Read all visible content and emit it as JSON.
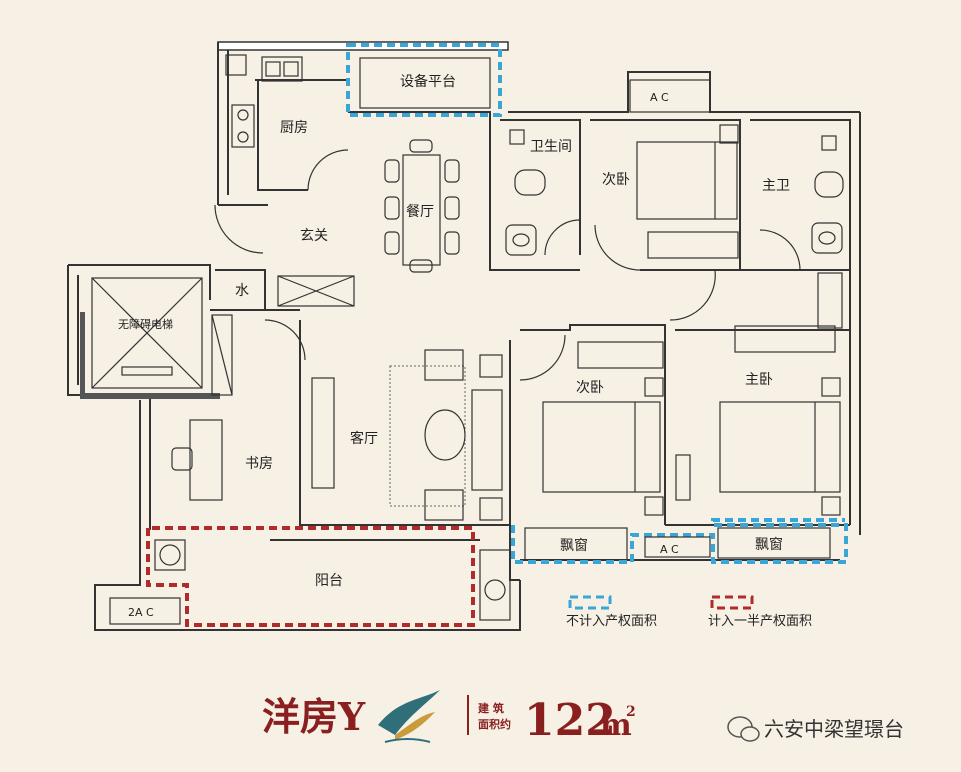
{
  "rooms": {
    "equipment": "设备平台",
    "kitchen": "厨房",
    "bath1": "卫生间",
    "bed2_top": "次卧",
    "master_bath": "主卫",
    "dining": "餐厅",
    "foyer": "玄关",
    "water": "水",
    "elevator": "无障碍电梯",
    "living": "客厅",
    "study": "书房",
    "bed2_bottom": "次卧",
    "master": "主卧",
    "bay1": "飘窗",
    "bay2": "飘窗",
    "balcony": "阳台"
  },
  "ac_labels": [
    "A C",
    "A C",
    "2A C"
  ],
  "legend": {
    "blue_label": "不计入产权面积",
    "red_label": "计入一半产权面积",
    "blue_color": "#3aa6d8",
    "red_color": "#b22b2b"
  },
  "footer": {
    "title": "洋房Y",
    "area_label_line1": "建 筑",
    "area_label_line2": "面积约",
    "area_value": "122",
    "area_unit": "m",
    "area_sup": "2",
    "brand": "六安中梁望璟台"
  }
}
